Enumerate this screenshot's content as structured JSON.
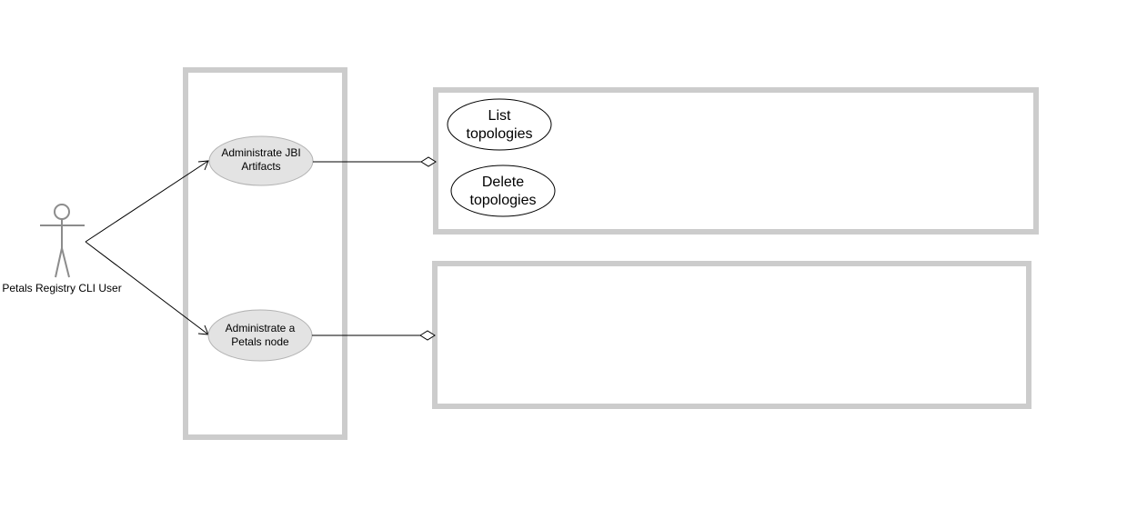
{
  "actor": {
    "label": "Petals Registry CLI User"
  },
  "use_cases": {
    "administrate_jbi": {
      "line1": "Administrate JBI",
      "line2": "Artifacts"
    },
    "administrate_node": {
      "line1": "Administrate a",
      "line2": "Petals node"
    }
  },
  "topology_cases": {
    "list": {
      "line1": "List",
      "line2": "topologies"
    },
    "delete": {
      "line1": "Delete",
      "line2": "topologies"
    }
  },
  "colors": {
    "box_border": "#cccccc",
    "usecase_fill": "#e3e3e3",
    "actor_stroke": "#8c8c8c"
  }
}
